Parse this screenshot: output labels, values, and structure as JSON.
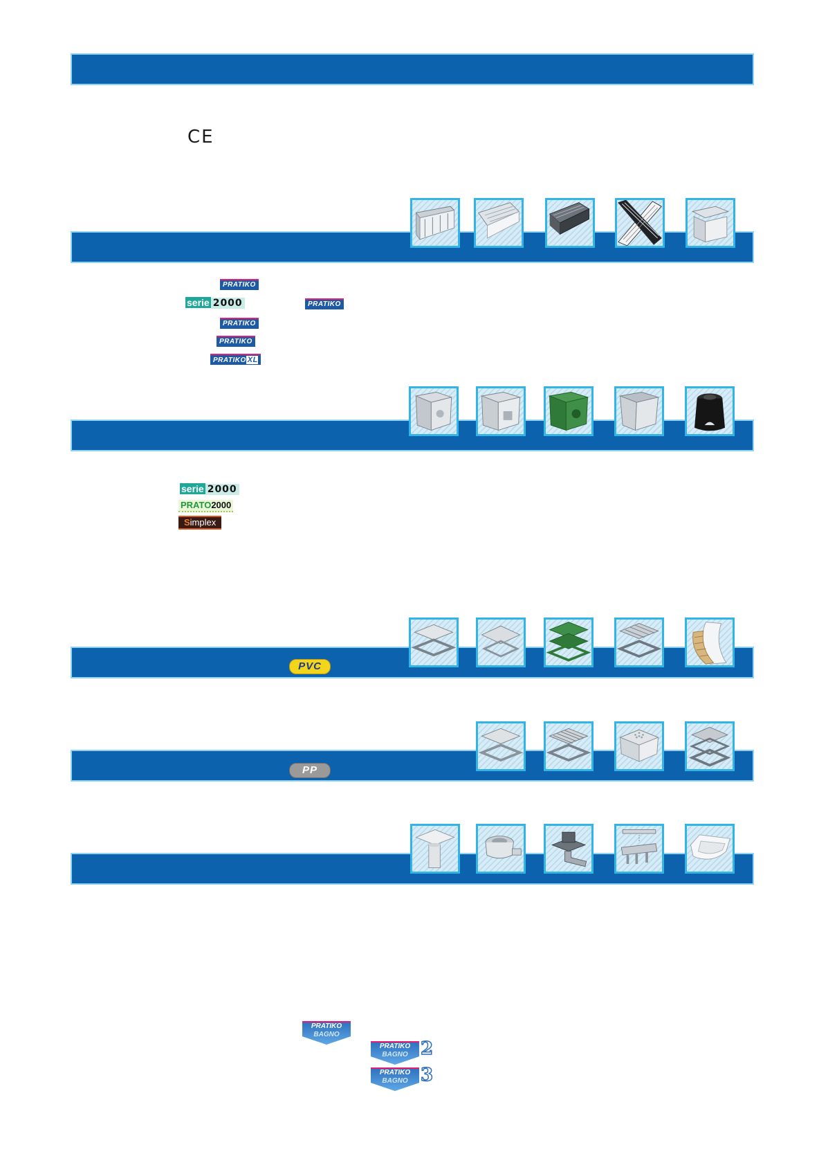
{
  "certification": {
    "mark": "CE"
  },
  "logos": {
    "pratiko": "PRATIKO",
    "pratiko_xl_suffix": "XL",
    "serie2000": {
      "part1": "serie",
      "part2": "2000"
    },
    "prato2000": {
      "part1": "PRATO",
      "part2": "2000"
    },
    "simplex": {
      "first": "S",
      "rest": "implex"
    },
    "bagno": {
      "top": "PRATIKO",
      "bottom": "BAGNO",
      "n2": "2",
      "n3": "3"
    }
  },
  "material_badges": {
    "pvc": "PVC",
    "pp": "PP"
  },
  "sections": [
    {
      "id": "channels",
      "thumbnails": [
        "channel-with-grate-icon",
        "channel-grate-icon",
        "dark-channel-icon",
        "slot-grates-icon",
        "square-box-with-cover-icon"
      ]
    },
    {
      "id": "sumps",
      "thumbnails": [
        "grey-sump-icon",
        "grey-sump-outlet-icon",
        "green-sump-icon",
        "grey-open-sump-icon",
        "black-round-valve-box-icon"
      ]
    },
    {
      "id": "covers-pvc",
      "thumbnails": [
        "square-cover-frame-icon",
        "flat-cover-icon",
        "green-grate-frame-icon",
        "slotted-grate-frame-icon",
        "curved-grate-icon"
      ]
    },
    {
      "id": "covers-pp",
      "thumbnails": [
        "pp-cover-frame-icon",
        "pp-slotted-grate-icon",
        "pp-perforated-cover-icon",
        "pp-grate-frame-icon"
      ]
    },
    {
      "id": "bathroom",
      "thumbnails": [
        "floor-drain-icon",
        "round-drain-icon",
        "siphon-drain-icon",
        "linear-shower-drain-icon",
        "ceramic-sink-icon"
      ]
    }
  ],
  "colors": {
    "band": "#0c62ad",
    "band_border": "#8fd3f4",
    "thumb_border": "#33b4e6"
  }
}
